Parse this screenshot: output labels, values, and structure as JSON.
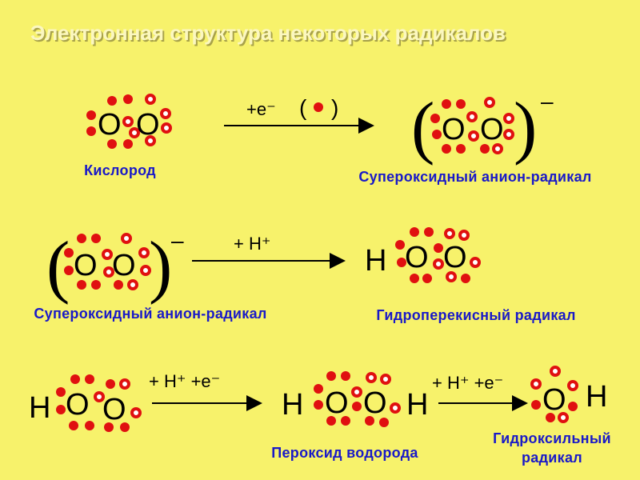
{
  "title": "Электронная структура некоторых радикалов",
  "atoms": {
    "O": "O",
    "H": "H"
  },
  "operators": {
    "r1": "+e⁻",
    "r1_paren_open": "(",
    "r1_paren_close": ")",
    "r2": "+ H⁺",
    "r3": "+ H⁺ +e⁻",
    "r4": "+ H⁺ +e⁻"
  },
  "brackets": {
    "open": "(",
    "close": ")",
    "charge": "–"
  },
  "labels": {
    "oxygen": "Кислород",
    "superoxide_1": "Супероксидный анион-радикал",
    "superoxide_2": "Супероксидный анион-радикал",
    "hydroperoxyl": "Гидроперекисный радикал",
    "hydrogen_peroxide": "Пероксид водорода",
    "hydroxyl": "Гидроксильный радикал"
  },
  "colors": {
    "background": "#f7f26b",
    "electron": "#e01010",
    "label": "#1919c8",
    "title": "#fbf7c0"
  }
}
